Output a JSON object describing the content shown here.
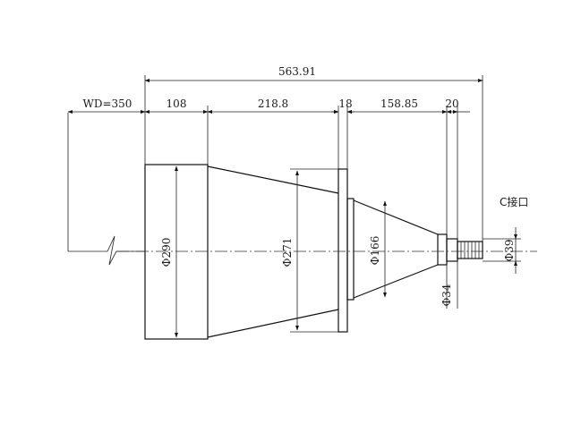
{
  "drawing": {
    "total_length": "563.91",
    "working_distance": "WD=350",
    "segments": [
      "108",
      "218.8",
      "18",
      "158.85",
      "20"
    ],
    "diameters": {
      "front": "Φ290",
      "flange": "Φ271",
      "mid": "Φ166",
      "neck": "Φ34",
      "mount": "Φ39"
    },
    "mount_label": "C接口"
  }
}
